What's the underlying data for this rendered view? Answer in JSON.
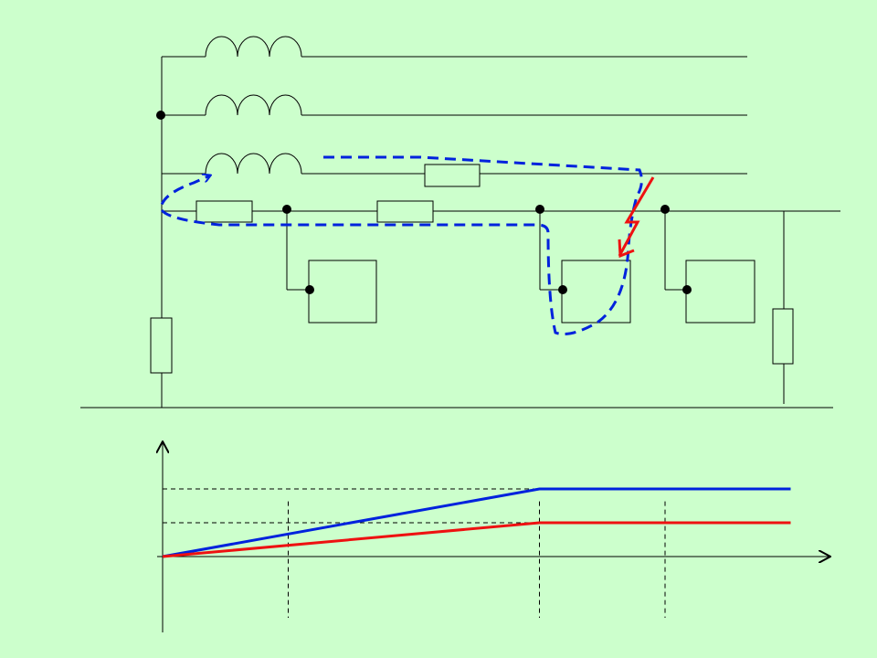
{
  "colors": {
    "background": "#ccffcc",
    "line": "#000000",
    "fault_current_path": "#0022dd",
    "fault": "#ee1111",
    "series_blue": "#0022dd",
    "series_red": "#ee1111"
  },
  "circuit": {
    "buses": 4,
    "coils": 3,
    "relay_boxes": 3,
    "series_resistors": 3,
    "shunt_resistors": 2,
    "fault_marker_icon": "lightning-bolt-icon",
    "current_path_icon": "dashed-arrow-loop-icon"
  },
  "chart_data": {
    "type": "line",
    "xlim": [
      0,
      4
    ],
    "ylim": [
      0,
      2.2
    ],
    "x_markers": [
      1,
      3,
      4
    ],
    "series": [
      {
        "color": "#0022dd",
        "points": [
          [
            0,
            0
          ],
          [
            3,
            2
          ],
          [
            5,
            2
          ]
        ]
      },
      {
        "color": "#ee1111",
        "points": [
          [
            0,
            0
          ],
          [
            3,
            1
          ],
          [
            5,
            1
          ]
        ]
      }
    ],
    "grid": false,
    "legend": "none"
  }
}
